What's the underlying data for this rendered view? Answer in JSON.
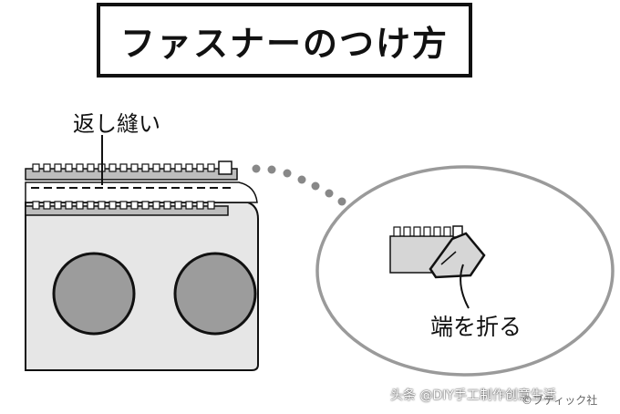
{
  "title": "ファスナーのつけ方",
  "labels": {
    "return_stitch": "返し縫い",
    "fold_end": "端を折る"
  },
  "watermark": "头条 @DIY手工制作创意生活",
  "credit": "©ブティック社"
}
